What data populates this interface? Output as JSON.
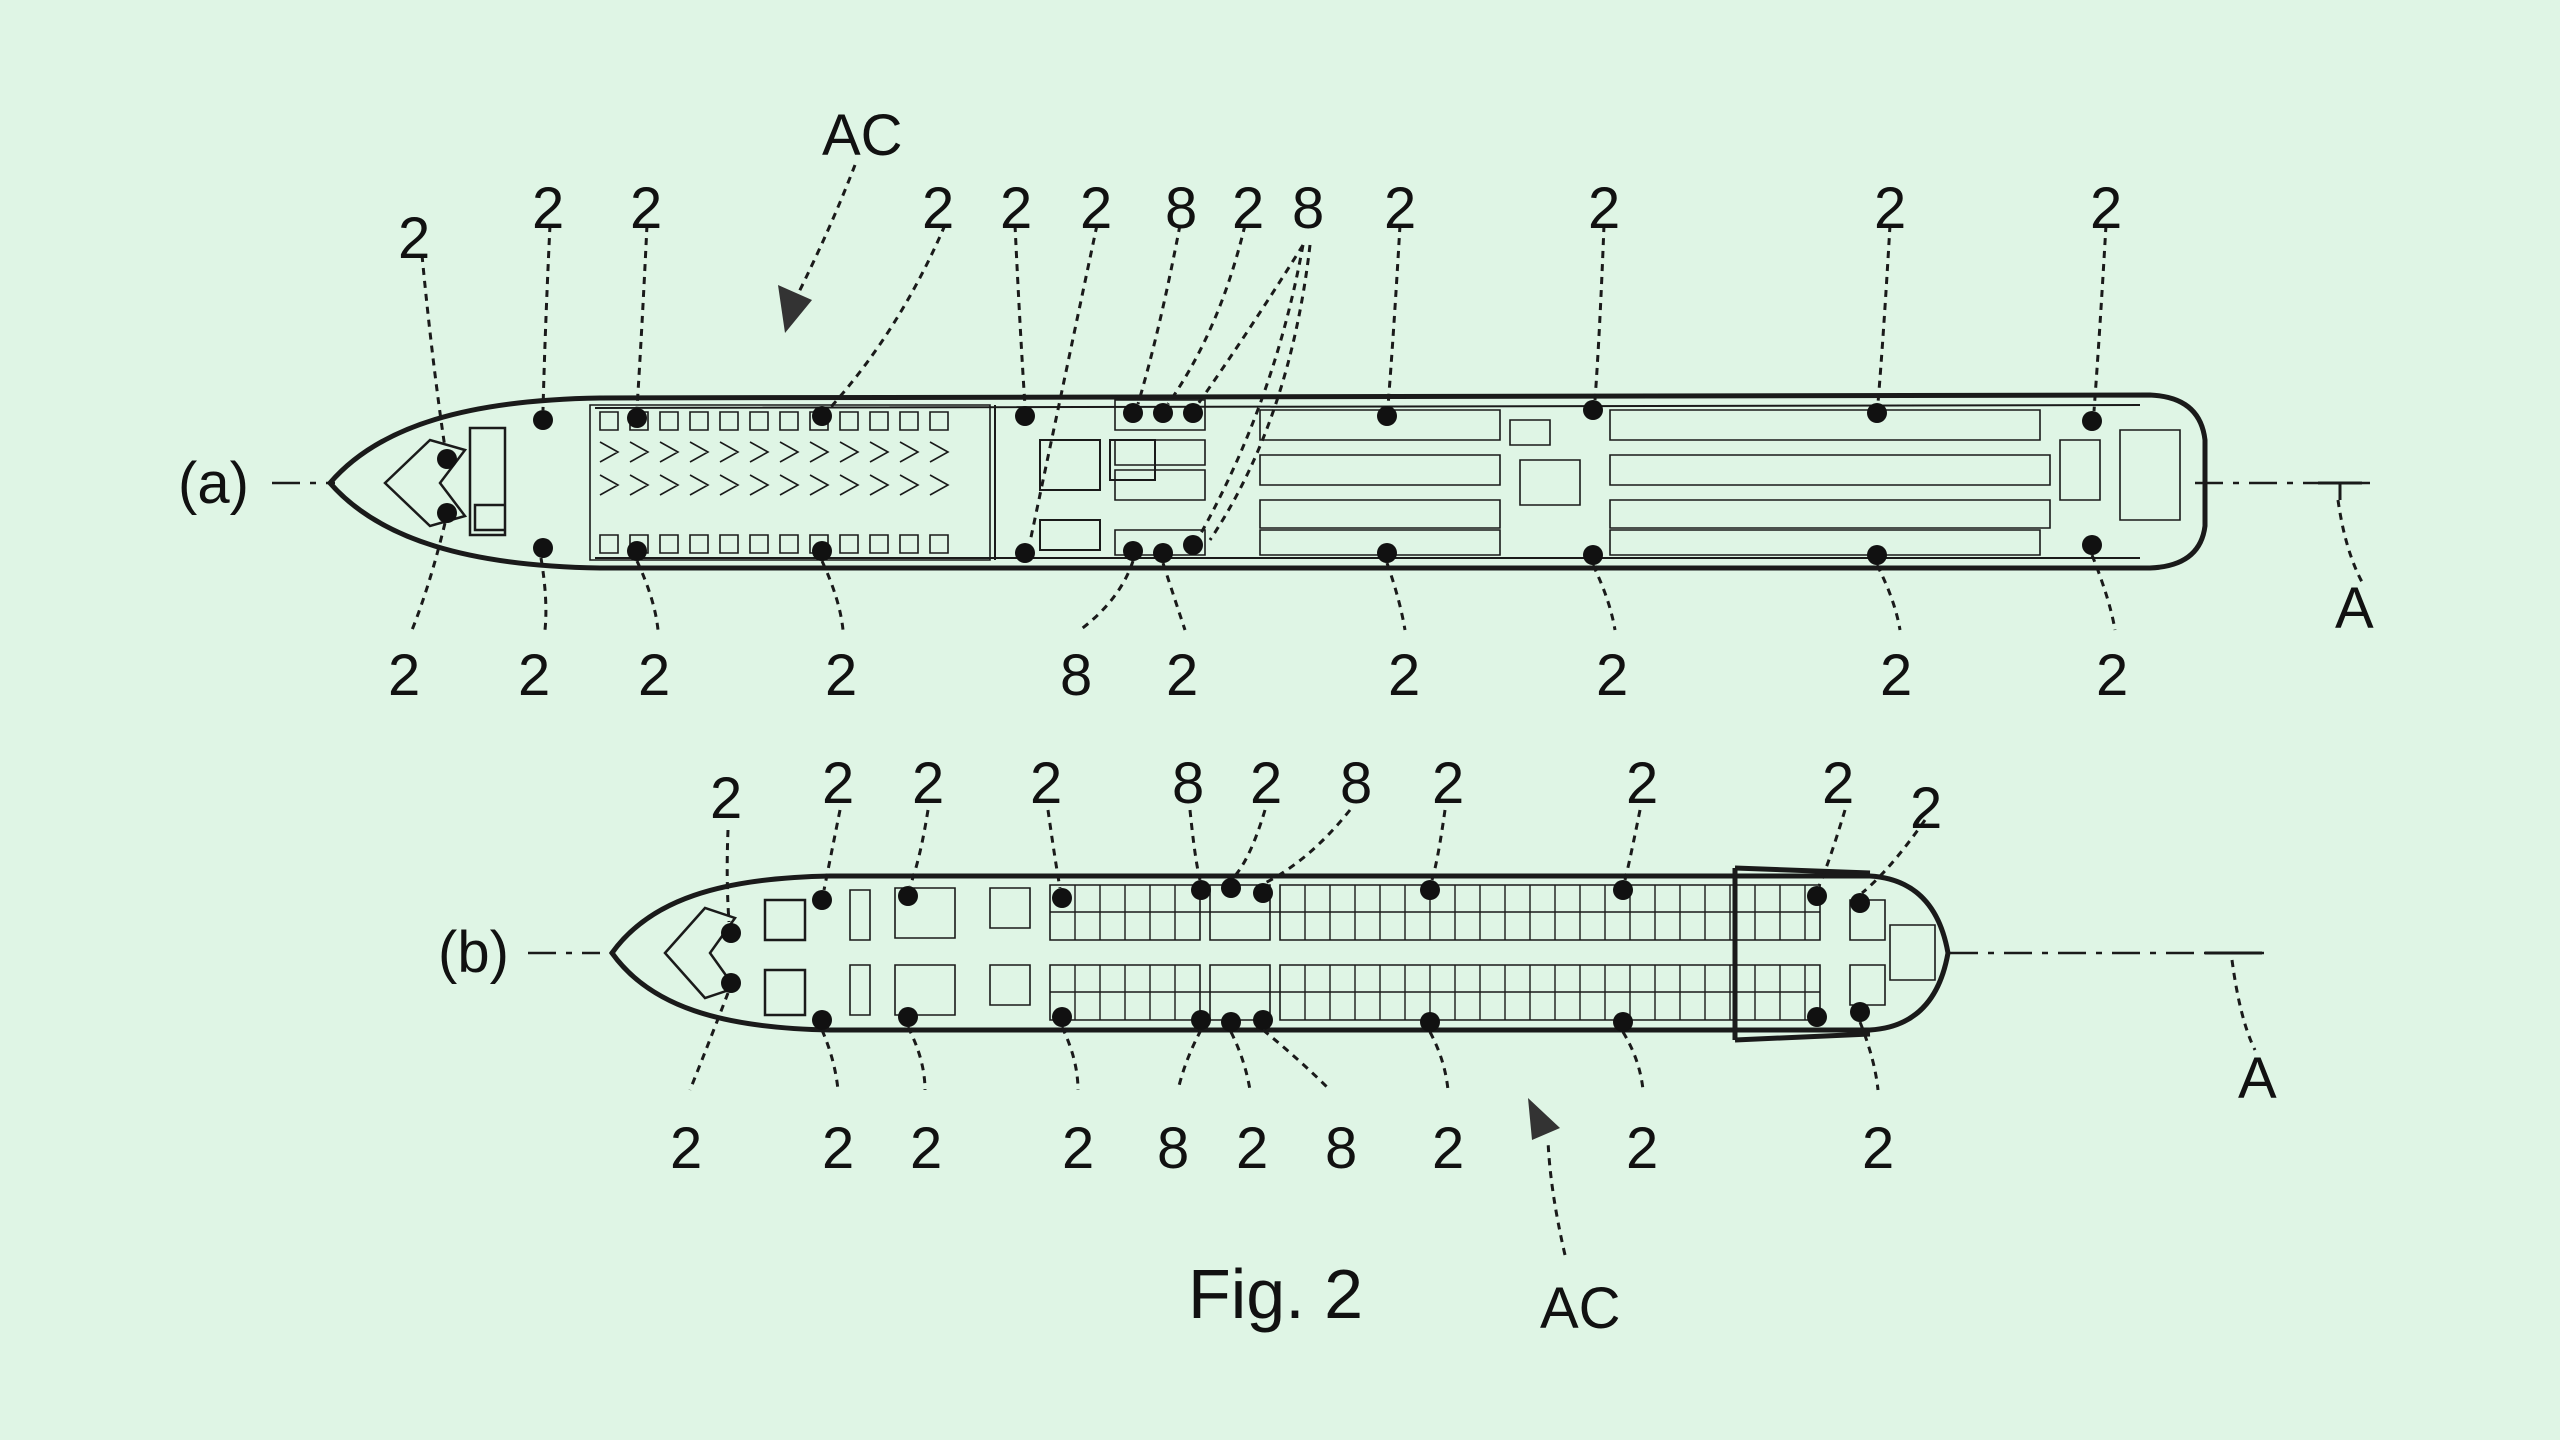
{
  "figure_caption": "Fig. 2",
  "colors": {
    "background": "#dff5e5",
    "ink": "#1a1a1a"
  },
  "view_a": {
    "label": "(a)",
    "reference_ac": "AC",
    "axis_label": "A",
    "top_labels": [
      "2",
      "2",
      "2",
      "2",
      "2",
      "2",
      "8",
      "2",
      "8",
      "2",
      "2",
      "2",
      "2"
    ],
    "bottom_labels": [
      "2",
      "2",
      "2",
      "2",
      "8",
      "2",
      "2",
      "2",
      "2",
      "2"
    ]
  },
  "view_b": {
    "label": "(b)",
    "reference_ac": "AC",
    "axis_label": "A",
    "top_labels": [
      "2",
      "2",
      "2",
      "2",
      "8",
      "2",
      "8",
      "2",
      "2",
      "2",
      "2"
    ],
    "bottom_labels": [
      "2",
      "2",
      "2",
      "2",
      "8",
      "2",
      "8",
      "2",
      "2",
      "2"
    ]
  }
}
